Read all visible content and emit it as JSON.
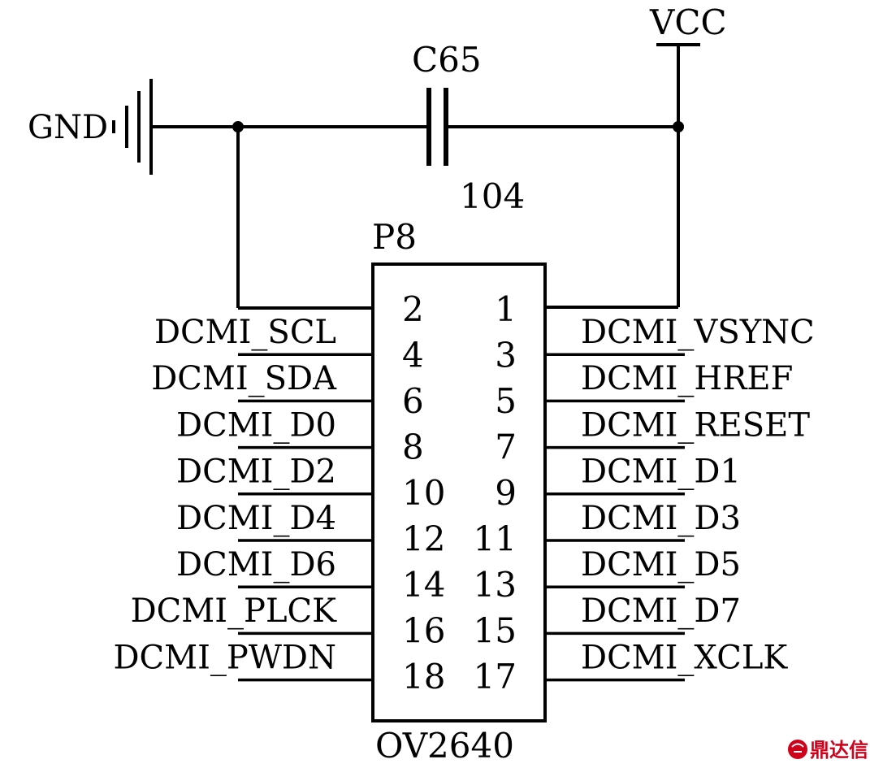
{
  "power": {
    "vcc": "VCC",
    "gnd": "GND"
  },
  "capacitor": {
    "ref": "C65",
    "value": "104"
  },
  "connector": {
    "ref": "P8",
    "part": "OV2640",
    "left_pins": [
      "2",
      "4",
      "6",
      "8",
      "10",
      "12",
      "14",
      "16",
      "18"
    ],
    "right_pins": [
      "1",
      "3",
      "5",
      "7",
      "9",
      "11",
      "13",
      "15",
      "17"
    ],
    "left_nets": [
      "DCMI_SCL",
      "DCMI_SDA",
      "DCMI_D0",
      "DCMI_D2",
      "DCMI_D4",
      "DCMI_D6",
      "DCMI_PLCK",
      "DCMI_PWDN"
    ],
    "right_nets": [
      "DCMI_VSYNC",
      "DCMI_HREF",
      "DCMI_RESET",
      "DCMI_D1",
      "DCMI_D3",
      "DCMI_D5",
      "DCMI_D7",
      "DCMI_XCLK"
    ]
  },
  "watermark": {
    "text": "鼎达信"
  },
  "colors": {
    "line": "#000000",
    "watermark": "#d0021b"
  }
}
